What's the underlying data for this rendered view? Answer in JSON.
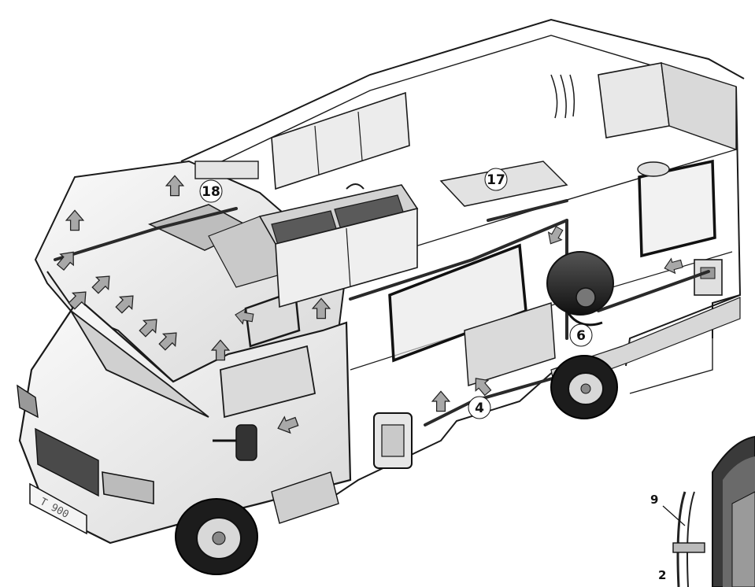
{
  "callouts": {
    "c18": "18",
    "c17": "17",
    "c6": "6",
    "c4": "4",
    "c9": "9",
    "c2": "2"
  },
  "plate_text": "T 900",
  "colors": {
    "line": "#1a1a1a",
    "body": "#f2f2f2",
    "shade": "#cfcfcf",
    "dark": "#3a3a3a",
    "arrow": "#9a9a9a"
  },
  "icons": {
    "airflow": "airflow-arrow-icon"
  }
}
